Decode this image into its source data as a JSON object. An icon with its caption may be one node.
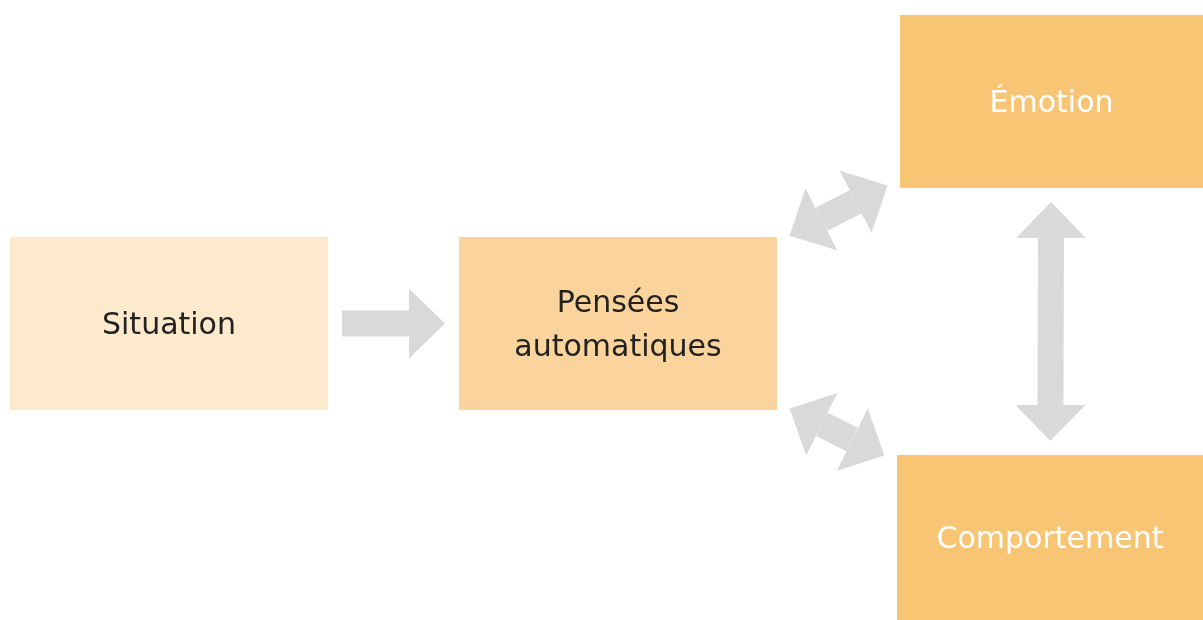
{
  "diagram": {
    "nodes": [
      {
        "text": [
          "Situation"
        ]
      },
      {
        "text": [
          "Pensées automatiques"
        ]
      },
      {
        "text": [
          "Émotion"
        ]
      },
      {
        "text": [
          "Comportement"
        ]
      }
    ],
    "edges": [
      {
        "from": 0,
        "to": 1,
        "arrow": "to"
      },
      {
        "from": 1,
        "to": 2,
        "arrow": "both"
      },
      {
        "from": 2,
        "to": 3,
        "arrow": "both"
      },
      {
        "from": 1,
        "to": 3,
        "arrow": "both"
      }
    ]
  }
}
